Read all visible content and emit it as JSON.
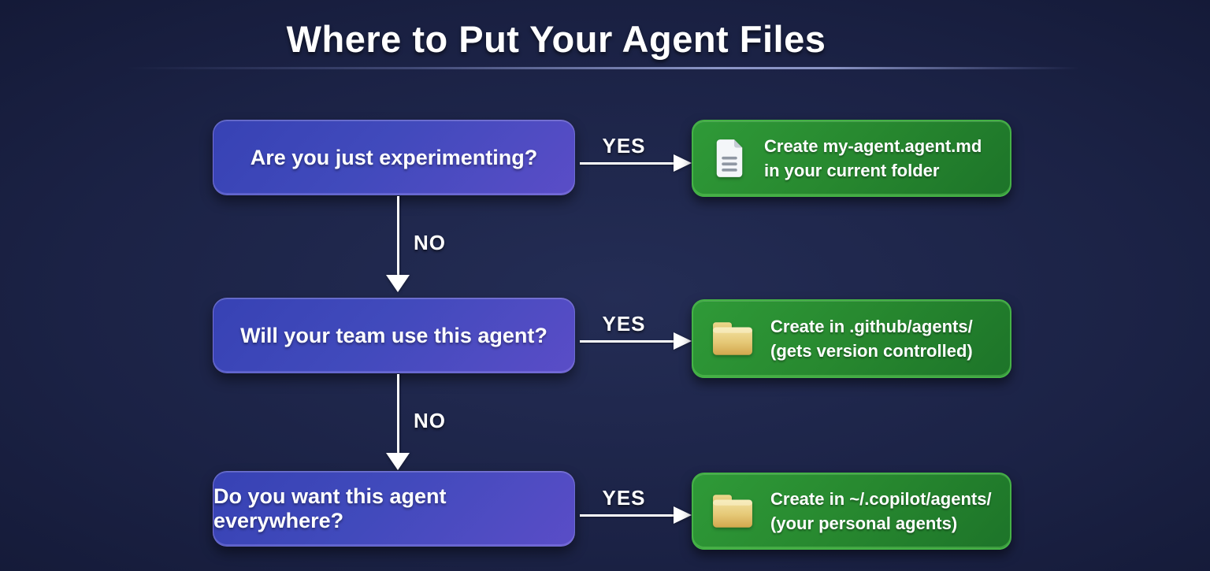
{
  "title": "Where to Put Your Agent Files",
  "colors": {
    "background_center": "#242d55",
    "background_edge": "#070a1c",
    "decision_gradient_start": "#3742b4",
    "decision_gradient_end": "#5a4dc7",
    "decision_border": "#9490e6",
    "result_gradient_start": "#2f9a38",
    "result_gradient_end": "#1d7429",
    "result_border": "#45b246",
    "arrow": "#ffffff",
    "divider": "#919bcd",
    "folder_icon_top": "#f1e09e",
    "folder_icon_bottom": "#d3a94f",
    "document_icon": "#f4f6f9"
  },
  "rows": [
    {
      "question": "Are you just experimenting?",
      "yes_label": "YES",
      "no_label": "NO",
      "result": {
        "icon": "document-icon",
        "line1": "Create my-agent.agent.md",
        "line2": "in your current folder"
      }
    },
    {
      "question": "Will your team use this agent?",
      "yes_label": "YES",
      "no_label": "NO",
      "result": {
        "icon": "folder-icon",
        "line1": "Create in .github/agents/",
        "line2": "(gets version controlled)"
      }
    },
    {
      "question": "Do you want this agent everywhere?",
      "yes_label": "YES",
      "result": {
        "icon": "folder-icon",
        "line1": "Create in ~/.copilot/agents/",
        "line2": "(your personal agents)"
      }
    }
  ]
}
